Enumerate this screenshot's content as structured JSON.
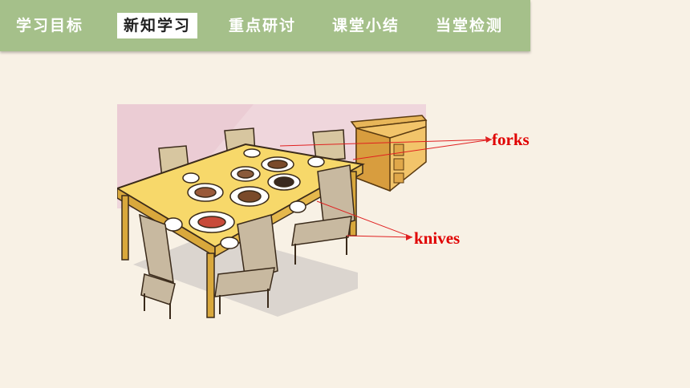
{
  "nav": {
    "tabs": [
      {
        "label": "学习目标",
        "active": false
      },
      {
        "label": "新知学习",
        "active": true
      },
      {
        "label": "重点研讨",
        "active": false
      },
      {
        "label": "课堂小结",
        "active": false
      },
      {
        "label": "当堂检测",
        "active": false
      }
    ]
  },
  "annotations": {
    "forks": "forks",
    "knives": "knives"
  },
  "colors": {
    "nav_background": "#a5c08a",
    "label_color": "#e00000",
    "page_background": "#f8f1e5"
  }
}
